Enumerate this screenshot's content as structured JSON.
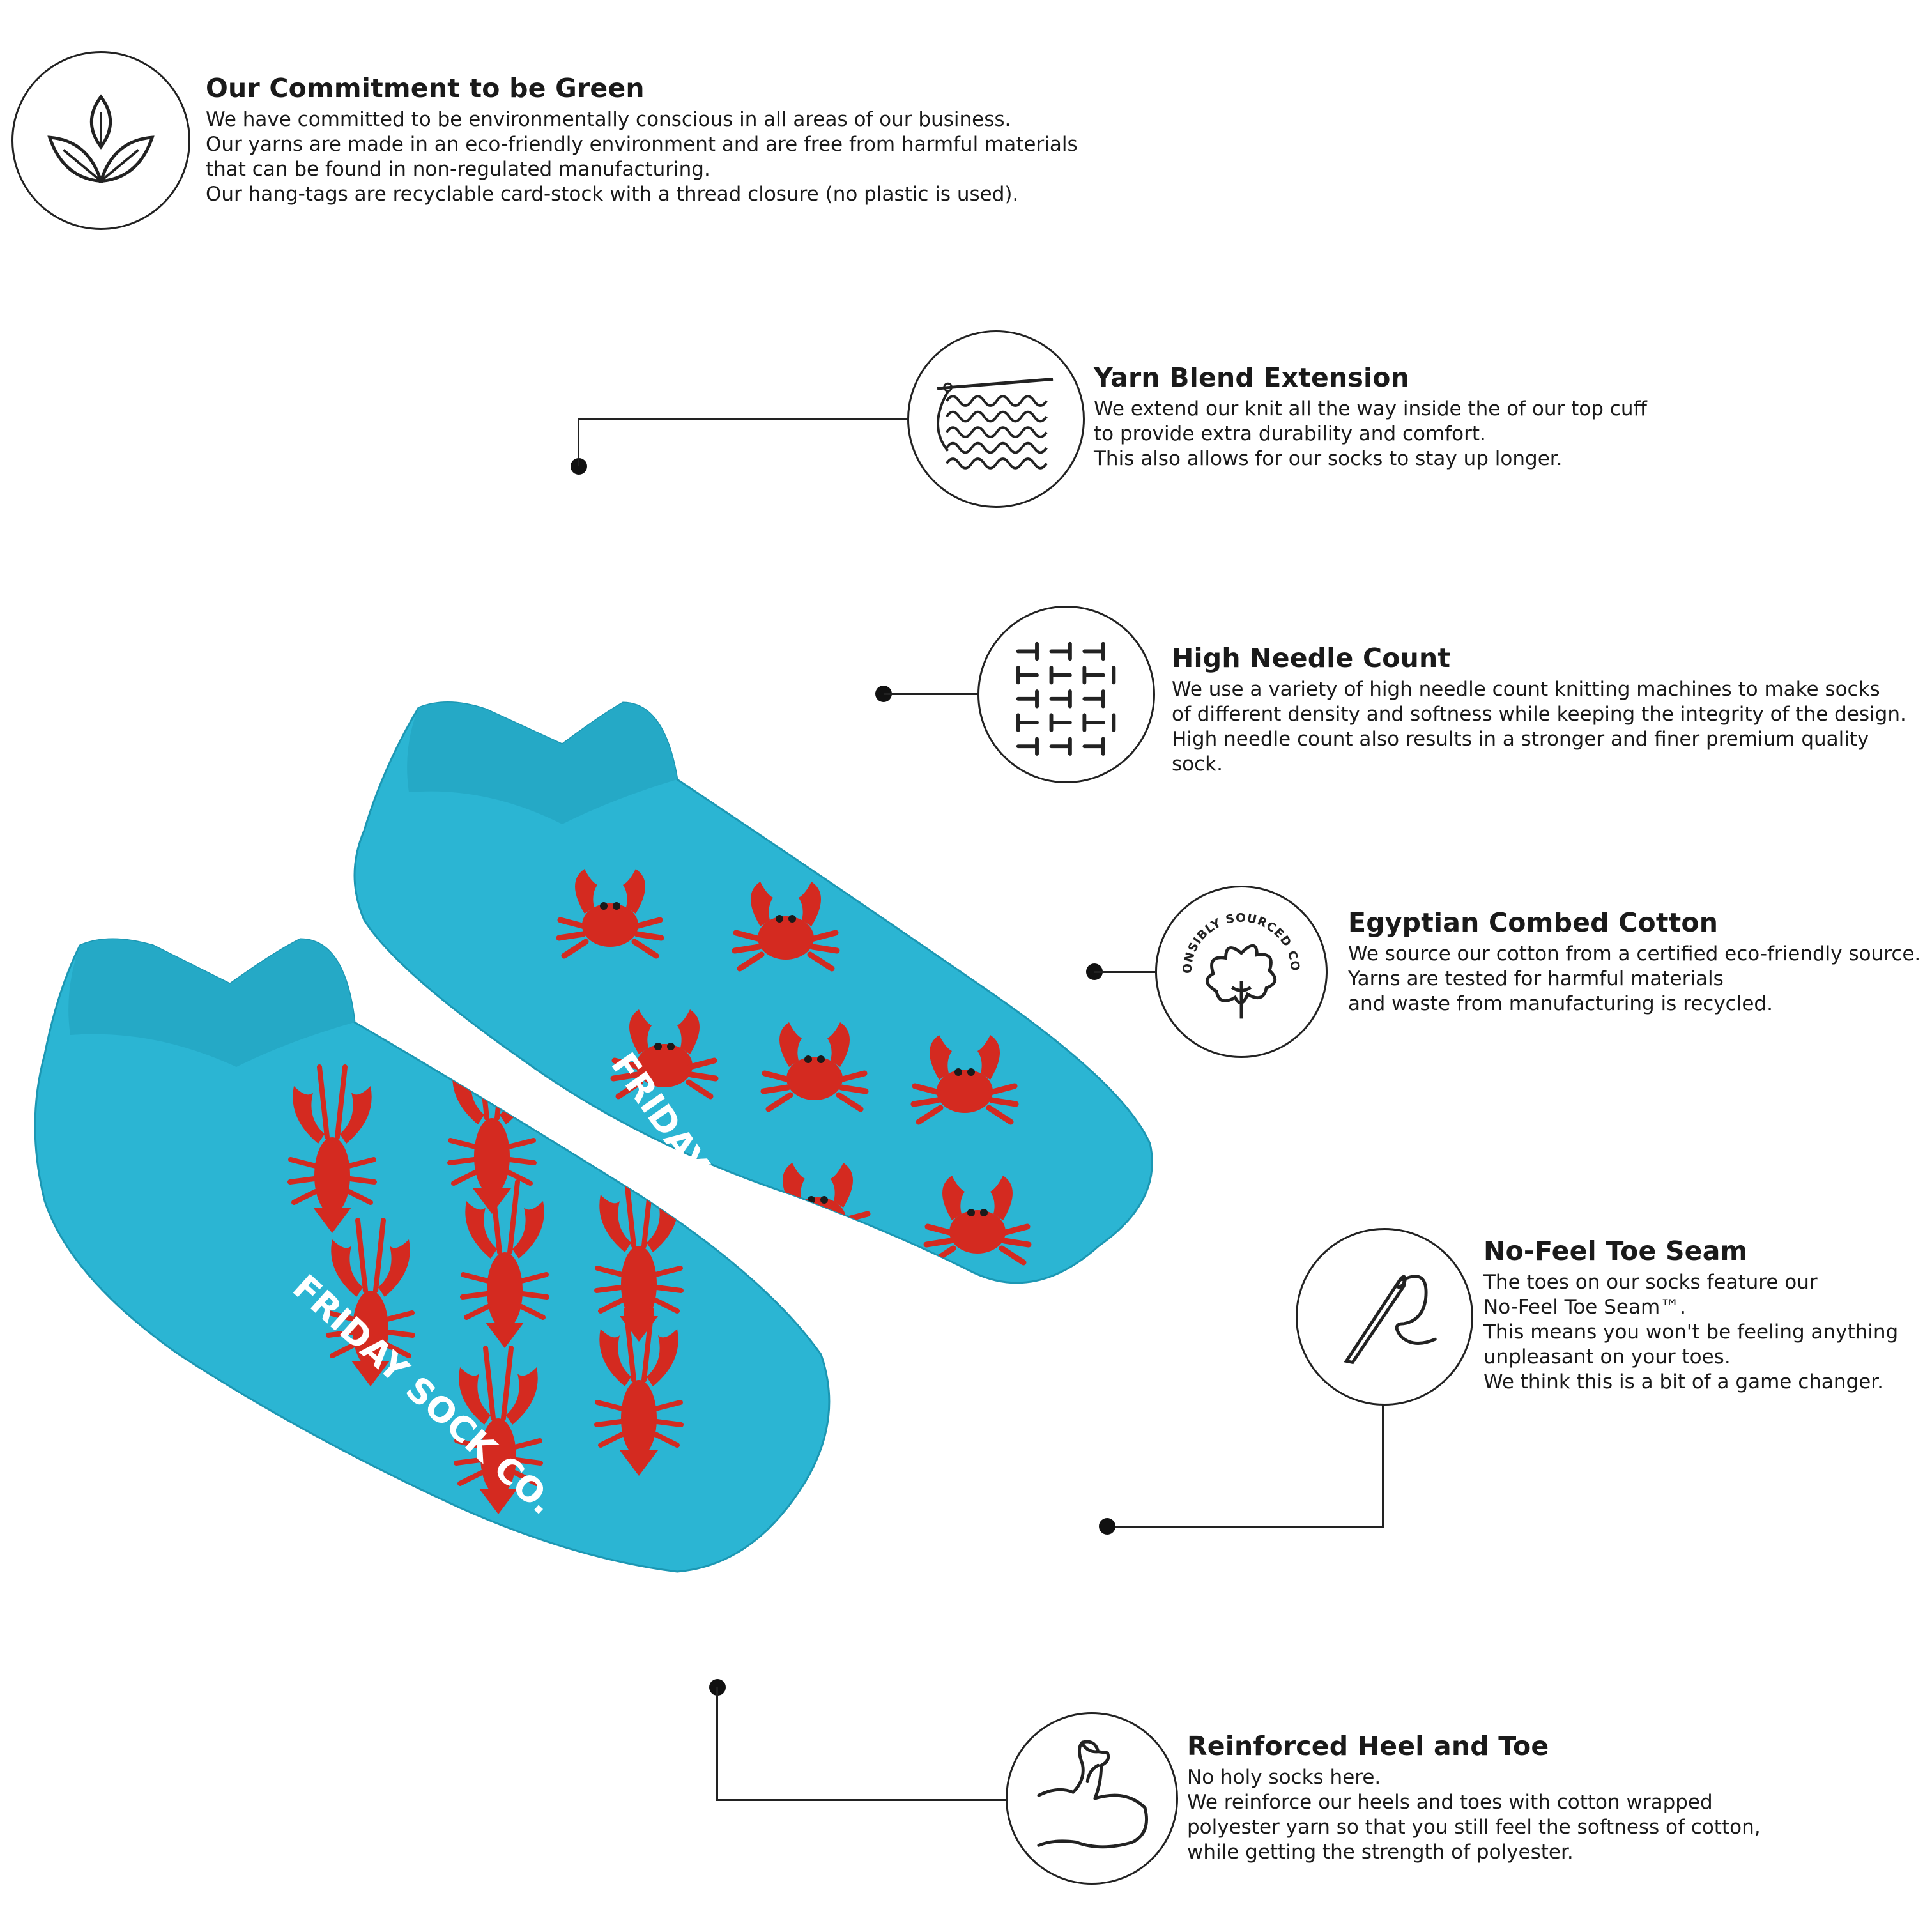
{
  "features": {
    "green": {
      "title": "Our Commitment to be Green",
      "body": "We have committed to be environmentally conscious in all areas of our business.\nOur yarns are made in an eco-friendly environment and are free from harmful materials\nthat can be found in non-regulated manufacturing.\nOur hang-tags are recyclable card-stock with a thread closure (no plastic is used).",
      "icon": "leaves-icon"
    },
    "yarn": {
      "title": "Yarn Blend Extension",
      "body": "We extend our knit all the way inside the of our top cuff\nto provide extra durability and comfort.\nThis also allows for our socks to stay up longer.",
      "icon": "knitting-icon"
    },
    "needle": {
      "title": "High Needle Count",
      "body": "We use a variety of high needle count knitting machines to make socks\nof different density and softness while keeping the integrity of the design.\nHigh needle count also results in a stronger and finer premium quality sock.",
      "icon": "stitch-pattern-icon"
    },
    "cotton": {
      "title": "Egyptian Combed Cotton",
      "body": "We source our cotton from a certified eco-friendly source.\nYarns are tested for harmful materials\nand waste from manufacturing is recycled.",
      "icon": "cotton-icon",
      "badge_text": "RESPONSIBLY SOURCED COTTON"
    },
    "toe": {
      "title": "No-Feel Toe Seam",
      "body": "The toes on our socks feature our\nNo-Feel Toe Seam™.\nThis means you won't be feeling anything\nunpleasant on your toes.\nWe think this is a bit of a game changer.",
      "icon": "needle-thread-icon"
    },
    "heel": {
      "title": "Reinforced Heel and Toe",
      "body": "No holy socks here.\nWe reinforce our heels and toes with cotton wrapped\npolyester yarn so that you still feel the softness of cotton,\nwhile getting the strength of polyester.",
      "icon": "flexed-arm-icon"
    }
  },
  "product": {
    "brand_print": "FRIDAY SOCK CO.",
    "sock_color": "#2bb5d3",
    "pattern_color": "#d42a20"
  }
}
